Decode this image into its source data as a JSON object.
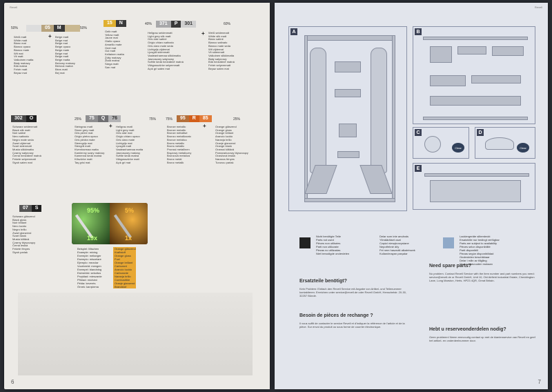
{
  "left_page": {
    "page_number": "6",
    "blocks": [
      {
        "id": "M",
        "code": "05",
        "tag": "M",
        "p1": "50%",
        "p2": "50%",
        "colA": [
          "Weiß matt",
          "White matt",
          "Blanc mat",
          "Bianco opaco",
          "Blanco mate",
          "Wit mat",
          "Vit matt",
          "Valkoinen matta",
          "Biały matowy",
          "Bílá matná",
          "Fehér matt",
          "Beyaz mat"
        ],
        "colB": [
          "Beige matt",
          "Beige mat",
          "Beige mat",
          "Beige opaco",
          "Beige mate",
          "Beige mat",
          "Beige matt",
          "Beige matta",
          "Beżowy matowy",
          "Béžová matná",
          "Bézs matt",
          "Bej mat"
        ]
      },
      {
        "id": "N",
        "code": "15",
        "tag": "N",
        "colA": [
          "Gelb matt",
          "Yellow matt",
          "Jaune mat",
          "Giallo opaco",
          "Amarillo mate",
          "Geel mat",
          "Gul matt",
          "Keltainen matta",
          "Żółty matowy",
          "Žlutá matná",
          "Sárga matt",
          "Sarı mat"
        ]
      },
      {
        "id": "P",
        "code": "371",
        "code2": "301",
        "tag": "P",
        "p1": "40%",
        "p2": "60%",
        "colA": [
          "Hellgrau seidenmatt",
          "Light grey silk matt",
          "Gris clair satiné",
          "Grigio chiaro satinato",
          "Gris claro mate seda",
          "Lichtgrijs zijdemat",
          "Ljusgrå sidenmatt",
          "Vaaleanharmaa silkkimatta",
          "Jasnoszary satynowy",
          "Světle šedá hedvábně matná",
          "Világosszürke selyemmatt",
          "Açık gri saten mat"
        ],
        "colB": [
          "Weiß seidenmatt",
          "White silk matt",
          "Blanc satiné",
          "Bianco satinato",
          "Blanco mate seda",
          "Wit zijdemat",
          "Vit sidenmatt",
          "Valkoinen silkkimatta",
          "Biały satynowy",
          "Bílá hedvábně matná",
          "Fehér selyemmatt",
          "Beyaz saten mat"
        ]
      },
      {
        "id": "O",
        "code": "302",
        "tag": "O"
      },
      {
        "id": "Q",
        "code": "75",
        "code2": "76",
        "tag": "Q",
        "p1": "25%",
        "p2": "75%"
      },
      {
        "id": "R",
        "code": "95",
        "code2": "85",
        "tag": "R",
        "p1": "75%",
        "p2": "25%"
      },
      {
        "id": "S",
        "code": "07",
        "tag": "S"
      }
    ],
    "col_O": [
      "Schwarz seidenmatt",
      "Black silk matt",
      "Noir satiné",
      "Nero satinato",
      "Negro mate seda",
      "Zwart zijdemat",
      "Svart sidenmatt",
      "Musta silkkimatta",
      "Czarny satynowy",
      "Černá hedvábně matná",
      "Fekete selyemmatt",
      "Siyah saten mat"
    ],
    "col_Q1": [
      "Steingrau matt",
      "Stone grey matt",
      "Gris pierre mat",
      "Grigio pietra opaco",
      "Gris piedra mate",
      "Steengrijs mat",
      "Stengrå matt",
      "Kivenharmaa matta",
      "Kamienny szary matowy",
      "Kamenná šedá matná",
      "Kőszürke matt",
      "Taş grisi mat"
    ],
    "col_Q2": [
      "Hellgrau matt",
      "Light grey matt",
      "Gris clair mat",
      "Grigio chiaro opaco",
      "Gris claro mate",
      "Lichtgrijs mat",
      "Ljusgrå matt",
      "Vaaleanharmaa matta",
      "Jasnoszary matowy",
      "Světle šedá matná",
      "Világosszürke matt",
      "Açık gri mat"
    ],
    "col_R1": [
      "Bronze metallic",
      "Bronze metallic",
      "Bronze métallisé",
      "Bronzo metallizzato",
      "Bronce metálico",
      "Brons metallic",
      "Brons metallic",
      "Pronssi metallinen",
      "Brązowy metaliczny",
      "Bronzová metalíza",
      "Bronz metál",
      "Bronz metalik"
    ],
    "col_R2": [
      "Orange glänzend",
      "Orange gloss",
      "Orange brillant",
      "Arancio lucido",
      "Naranja brillo",
      "Oranje glanzend",
      "Orange blank",
      "Oranssi kiiltävä",
      "Pomarańczowy błyszczący",
      "Oranžová lesklá",
      "Narancs fényes",
      "Turuncu parlak"
    ],
    "col_S": [
      "Schwarz glänzend",
      "Black gloss",
      "Noir brillant",
      "Nero lucido",
      "Negro brillo",
      "Zwart glanzend",
      "Svart blank",
      "Musta kiiltävä",
      "Czarny błyszczący",
      "Černá lesklá",
      "Fekete fényes",
      "Siyah parlak"
    ],
    "brush": {
      "pa": "95%",
      "pb": "5%",
      "xa": "19x",
      "xb": "1x"
    },
    "code_a": [
      "Beispiel: Mischen",
      "Example: mixing",
      "Exemple: mélanger",
      "Esempio: miscelare",
      "Ejemplo: mezclar",
      "Voorbeeld: mengen",
      "Exempel: blandning",
      "Esimerkki: sekoitus",
      "Przykład: mieszanie",
      "Příklad: míchání",
      "Példa: keverés",
      "Örnek: karıştırma"
    ],
    "code_b": [
      "Orange glänzend",
      "Kraftstoff",
      "Orange gloss",
      "Fuel",
      "Orange brillant",
      "Carburant",
      "Arancio lucido",
      "Carburante",
      "Naranja brillo",
      "Combustible",
      "Oranje glanzend",
      "Brandstof"
    ]
  },
  "right_page": {
    "page_number": "7",
    "panels": [
      "A",
      "B",
      "C",
      "D",
      "E"
    ],
    "badge": "Clear",
    "de_title": "Ersatzteile benötigt?",
    "de_text": "Kein Problem: Einfach den Revell Service mit Angabe von Artikel- und Teilenummer kontaktieren. Erreichen unter service@revell.de oder Revell GmbH, Henschelstr. 20-30, 32257 Bünde.",
    "fr_title": "Besoin de pièces de rechange ?",
    "fr_text": "Il vous suffit de contacter le service Revell et d'indiquer la référence de l'article et de la pièce. Sur envoi du produit ou sous forme de courrier électronique.",
    "en_title": "Need spare parts?",
    "en_text": "No problem. Contact Revell Service with the item number and part numbers you need: service@revell.de or Revell GmbH, Unit 10, Old Airfield Industrial Estate, Cheddington Lane, Long Marston, Herts. HP23 4QR, Great Britain.",
    "nl_title": "Hebt u reserveonderdelen nodig?",
    "nl_text": "Geen probleem! Neem eenvoudig contact op met de klantenservice van Revell en geef het artikel- en onderdeelnummer door.",
    "legend_a": [
      "Nicht benötigte Teile",
      "Parts not used",
      "Pièces non utilisées",
      "Parti non utilizzate",
      "Piezas no utilizadas",
      "Niet benodigde onderdelen",
      "Delar som inte används",
      "Ylimääräiset osat",
      "Części niewykorzystane",
      "Nepotřebné díly",
      "Fel nem használt alkatrészek",
      "Kullanılmayan parçalar"
    ],
    "legend_b": [
      "Lackiergeräte silberdeckt",
      "Ersatzteile nur bedingt verfügbar",
      "Parts are subject to availability",
      "Pièces selon disponibilité",
      "Parti disponibili",
      "Piezas según disponibilidad",
      "Onderdelen beschikbaar",
      "Delar i mån av tillgång",
      "Osat saatavuuden mukaan"
    ]
  }
}
